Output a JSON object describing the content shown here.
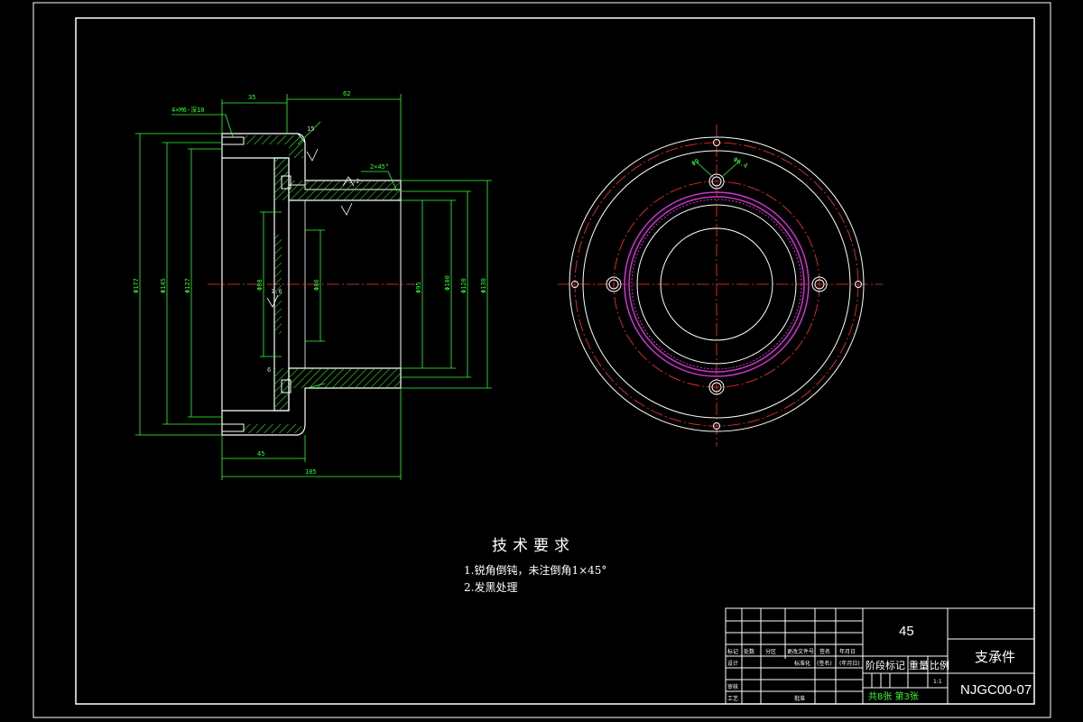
{
  "section_view": {
    "dims": {
      "top_left": "35",
      "top_right": "62",
      "bottom_45": "45",
      "bottom_105": "105",
      "hole_callout": "4×M6-深10",
      "chamfer": "2×45°",
      "slope_label": "15",
      "d_left1": "Φ177",
      "d_left2": "Φ145",
      "d_left3": "Φ127",
      "d_mid1": "Φ88",
      "d_mid2": "Φ86",
      "d_right1": "Φ95",
      "d_right2": "Φ100",
      "d_right3": "Φ120",
      "d_right4": "Φ130",
      "small_6": "6",
      "rough1": "3.2",
      "rough2": "1.6"
    }
  },
  "plan_view": {
    "labels": [
      "Φ9",
      "Φ6.4"
    ]
  },
  "technical_requirements": {
    "title": "技术要求",
    "items": [
      "1.锐角倒钝，未注倒角1×45°",
      "2.发黑处理"
    ]
  },
  "title_block": {
    "material": "45",
    "part_name": "支承件",
    "drawing_no": "NJGC00-07",
    "scale": "1:1",
    "stage_mark": "阶段标记",
    "weight": "重量",
    "ratio": "比例",
    "sheets": "共8张  第3张",
    "row_headers": [
      "标记",
      "处数",
      "分区",
      "更改文件号",
      "签名",
      "年月日"
    ],
    "design": "设计",
    "standardize": "标准化",
    "sign": "(签名)",
    "date": "(年月日)",
    "check": "审核",
    "process": "工艺",
    "approve": "批准"
  },
  "colors": {
    "frame": "#ffffff",
    "dimension": "#33ff33",
    "center_line": "#ff3333",
    "hatch": "#33ff33",
    "thread": "#cc33cc"
  }
}
